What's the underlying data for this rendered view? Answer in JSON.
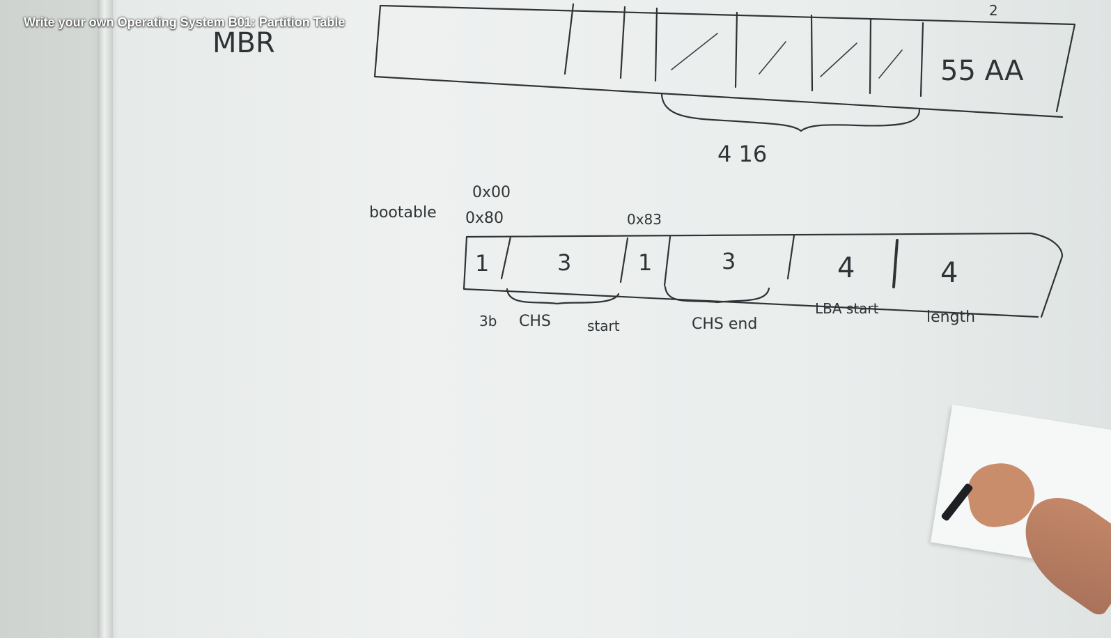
{
  "video": {
    "title": "Write your own Operating System B01: Partition Table"
  },
  "whiteboard": {
    "mbr": {
      "label": "MBR",
      "tail_signature": "55 AA",
      "signature_size": "2",
      "entries_note": "4  16"
    },
    "partition_entry": {
      "bootable_label": "bootable",
      "bootable_values": [
        "0x00",
        "0x80"
      ],
      "type_value": "0x83",
      "field_sizes": [
        "1",
        "3",
        "1",
        "3",
        "4",
        "4"
      ],
      "field_labels": [
        "3b",
        "CHS",
        "start",
        "CHS end",
        "LBA start",
        "length"
      ]
    }
  }
}
